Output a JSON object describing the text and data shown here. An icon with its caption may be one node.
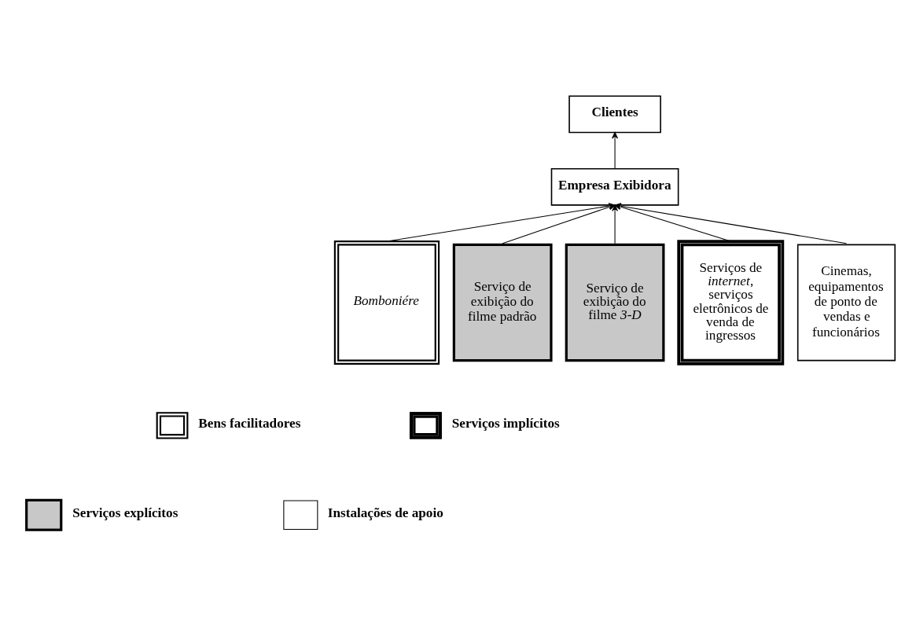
{
  "diagram": {
    "nodes": [
      {
        "text": [
          "Clientes"
        ]
      },
      {
        "text": [
          "Empresa Exibidora"
        ]
      },
      {
        "text": [
          "Bomboniére"
        ]
      },
      {
        "text": [
          "Serviço de exibição do filme padrão"
        ]
      },
      {
        "text": [
          "Serviço de exibição do filme *3-D*"
        ]
      },
      {
        "text": [
          "Serviços de *internet*, serviços eletrônicos de venda de ingressos"
        ]
      },
      {
        "text": [
          "Cinemas, equipamentos de ponto de vendas e funcionários"
        ]
      }
    ],
    "edges": [
      {
        "from": 1,
        "to": 0,
        "arrow": "to"
      },
      {
        "from": 2,
        "to": 1,
        "arrow": "to"
      },
      {
        "from": 3,
        "to": 1,
        "arrow": "to"
      },
      {
        "from": 4,
        "to": 1,
        "arrow": "to"
      },
      {
        "from": 5,
        "to": 1,
        "arrow": "to"
      },
      {
        "from": 6,
        "to": 1,
        "arrow": "to"
      }
    ],
    "legend": [
      {
        "text": "Bens facilitadores"
      },
      {
        "text": "Serviços implícitos"
      },
      {
        "text": "Serviços explícitos",
        "color": "#c8c8c8"
      },
      {
        "text": "Instalações de apoio"
      }
    ]
  }
}
